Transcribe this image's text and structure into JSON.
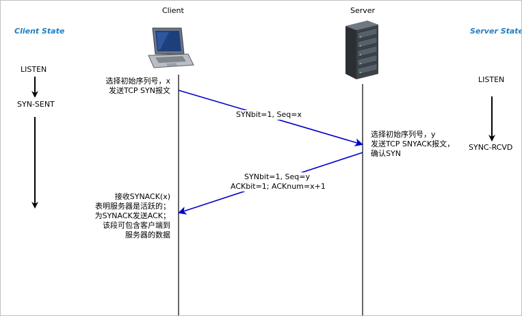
{
  "colors": {
    "accent": "#1f7fc4",
    "arrow": "#0000cc",
    "line": "#000000"
  },
  "client": {
    "label": "Client",
    "state_heading": "Client State",
    "icon": "laptop-icon",
    "states": [
      "LISTEN",
      "SYN-SENT"
    ],
    "notes": {
      "step1": "选择初始序列号，x\n发送TCP SYN报文",
      "step3": "接收SYNACK(x)\n表明服务器是活跃的；\n为SYNACK发送ACK；\n该段可包含客户端到\n服务器的数据"
    }
  },
  "server": {
    "label": "Server",
    "state_heading": "Server State",
    "icon": "server-rack-icon",
    "states": [
      "LISTEN",
      "SYNC-RCVD"
    ],
    "notes": {
      "step2": "选择初始序列号，y\n发送TCP SNYACK报文，\n确认SYN"
    }
  },
  "messages": {
    "syn": "SYNbit=1, Seq=x",
    "synack": "SYNbit=1, Seq=y\nACKbit=1; ACKnum=x+1"
  }
}
